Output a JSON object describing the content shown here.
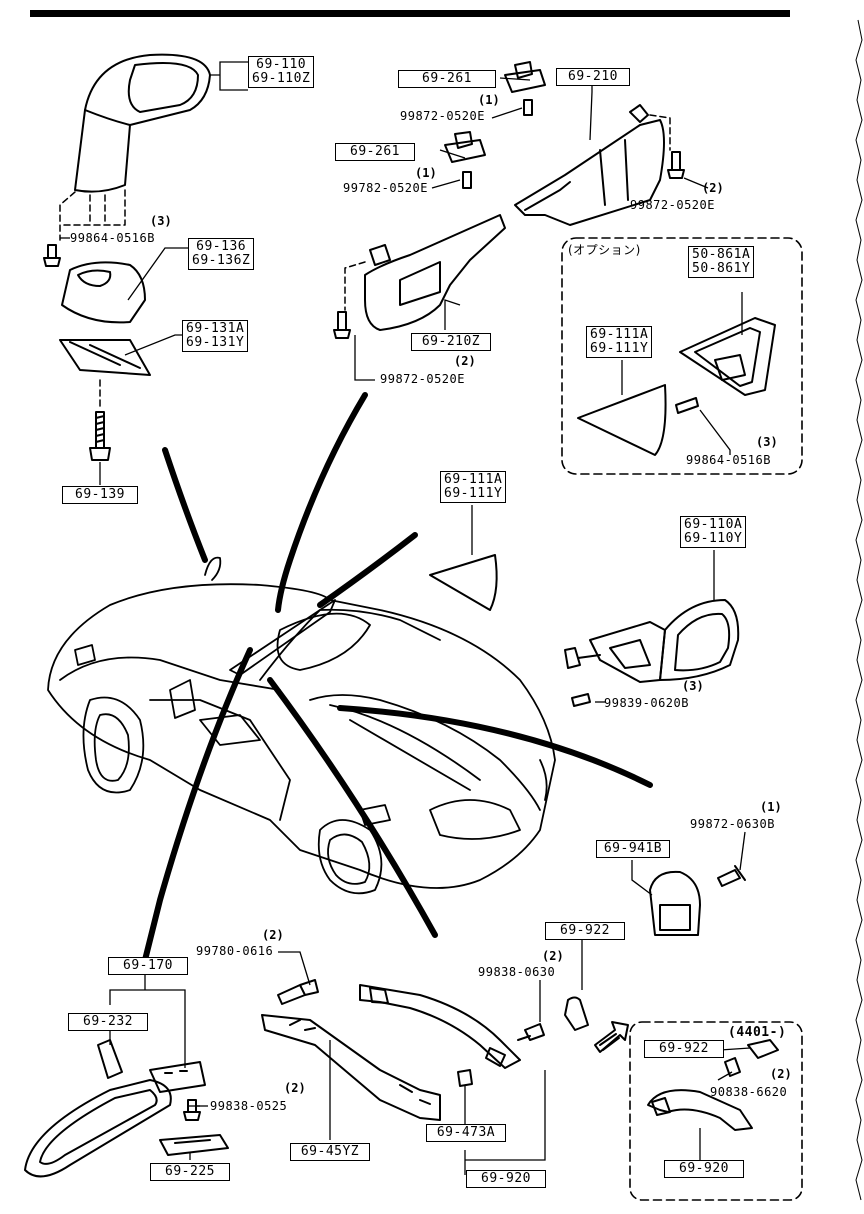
{
  "parts": {
    "mirror_outer": [
      "69-110",
      "69-110Z"
    ],
    "mirror_cover": [
      "69-136",
      "69-136Z"
    ],
    "mirror_bracket": [
      "69-131A",
      "69-131Y"
    ],
    "bolt_139": "69-139",
    "screw_0516B_top": "99864-0516B",
    "qty_0516B_top": "(3)",
    "visor_clip_1": "69-261",
    "screw_0520E_a": "99872-0520E",
    "qty_0520E_a": "(1)",
    "visor_clip_2": "69-261",
    "screw_0520E_b": "99782-0520E",
    "qty_0520E_b": "(1)",
    "visor_right": "69-210",
    "screw_0520E_c": "99872-0520E",
    "qty_0520E_c": "(2)",
    "visor_left": "69-210Z",
    "qty_0520E_d": "(2)",
    "screw_0520E_d": "99872-0520E",
    "option_title": "(オプション)",
    "option_garnish": [
      "50-861A",
      "50-861Y"
    ],
    "option_glass": [
      "69-111A",
      "69-111Y"
    ],
    "option_screw": "99864-0516B",
    "option_screw_qty": "(3)",
    "triangle_glass": [
      "69-111A",
      "69-111Y"
    ],
    "door_mirror": [
      "69-110A",
      "69-110Y"
    ],
    "screw_0620B_qty": "(3)",
    "screw_0620B": "99839-0620B",
    "screw_0630B_qty": "(1)",
    "screw_0630B": "99872-0630B",
    "hook_941B": "69-941B",
    "inner_mirror": "69-170",
    "mirror_pad": "69-232",
    "bolt_0616_qty": "(2)",
    "bolt_0616": "99780-0616",
    "screw_0525_qty": "(2)",
    "screw_0525": "99838-0525",
    "mirror_clip": "69-225",
    "bracket_45YZ": "69-45YZ",
    "handle_cap_922": "69-922",
    "bolt_0630_qty": "(2)",
    "bolt_0630": "99838-0630",
    "nut_473A": "69-473A",
    "grip_920": "69-920",
    "variant_title": "(4401-)",
    "variant_cap": "69-922",
    "variant_screw_qty": "(2)",
    "variant_screw": "90838-6620",
    "variant_grip": "69-920"
  }
}
